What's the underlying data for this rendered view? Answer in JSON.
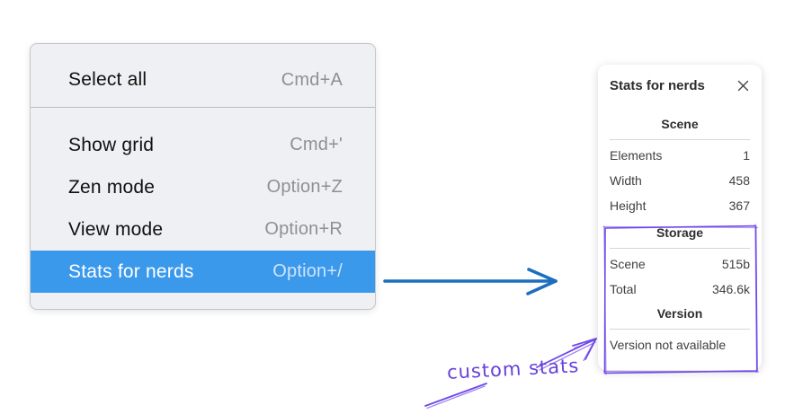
{
  "context_menu": {
    "groups": [
      {
        "items": [
          {
            "label": "Select all",
            "shortcut": "Cmd+A",
            "highlighted": false
          }
        ]
      },
      {
        "items": [
          {
            "label": "Show grid",
            "shortcut": "Cmd+'",
            "highlighted": false
          },
          {
            "label": "Zen mode",
            "shortcut": "Option+Z",
            "highlighted": false
          },
          {
            "label": "View mode",
            "shortcut": "Option+R",
            "highlighted": false
          },
          {
            "label": "Stats for nerds",
            "shortcut": "Option+/",
            "highlighted": true
          }
        ]
      }
    ]
  },
  "stats_panel": {
    "title": "Stats for nerds",
    "close_icon": "x-mark-icon",
    "sections": [
      {
        "heading": "Scene",
        "rows": [
          {
            "label": "Elements",
            "value": "1"
          },
          {
            "label": "Width",
            "value": "458"
          },
          {
            "label": "Height",
            "value": "367"
          }
        ]
      },
      {
        "heading": "Storage",
        "rows": [
          {
            "label": "Scene",
            "value": "515b"
          },
          {
            "label": "Total",
            "value": "346.6k"
          }
        ]
      },
      {
        "heading": "Version",
        "note": "Version not available"
      }
    ]
  },
  "annotations": {
    "custom_stats_label": "custom stats",
    "shapes": [
      "blue-right-arrow",
      "purple-sketch-rectangle",
      "purple-sketch-arrow"
    ]
  },
  "colors": {
    "menu_highlight_blue": "#3b99ec",
    "menu_background": "#eff0f3",
    "shortcut_gray": "#8e9094",
    "arrow_blue": "#1d6fbd",
    "annotation_purple": "#7048e8",
    "annotation_text_purple": "#6741d9"
  }
}
